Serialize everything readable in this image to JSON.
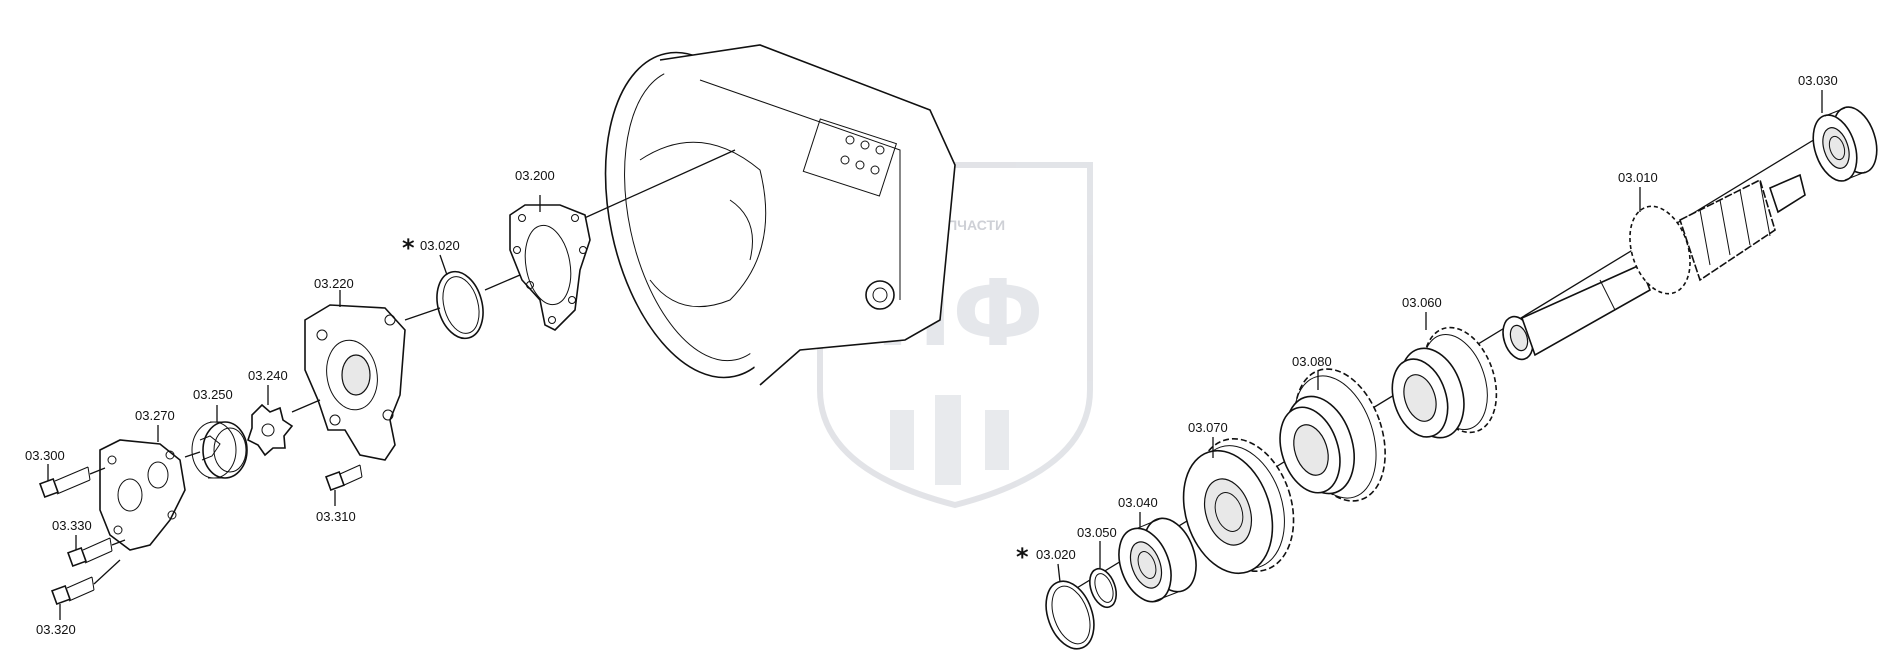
{
  "watermark": {
    "brand_text": "ТЕХНИКА ⚙ ЗАПЧАСТИ",
    "logo_letters": "ЗПФ"
  },
  "labels": {
    "p03_010": "03.010",
    "p03_020_top": "03.020",
    "p03_020_bottom": "03.020",
    "p03_030": "03.030",
    "p03_040": "03.040",
    "p03_050": "03.050",
    "p03_060": "03.060",
    "p03_070": "03.070",
    "p03_080": "03.080",
    "p03_200": "03.200",
    "p03_220": "03.220",
    "p03_240": "03.240",
    "p03_250": "03.250",
    "p03_270": "03.270",
    "p03_300": "03.300",
    "p03_310": "03.310",
    "p03_320": "03.320",
    "p03_330": "03.330"
  },
  "marks": {
    "asterisk": "*"
  }
}
